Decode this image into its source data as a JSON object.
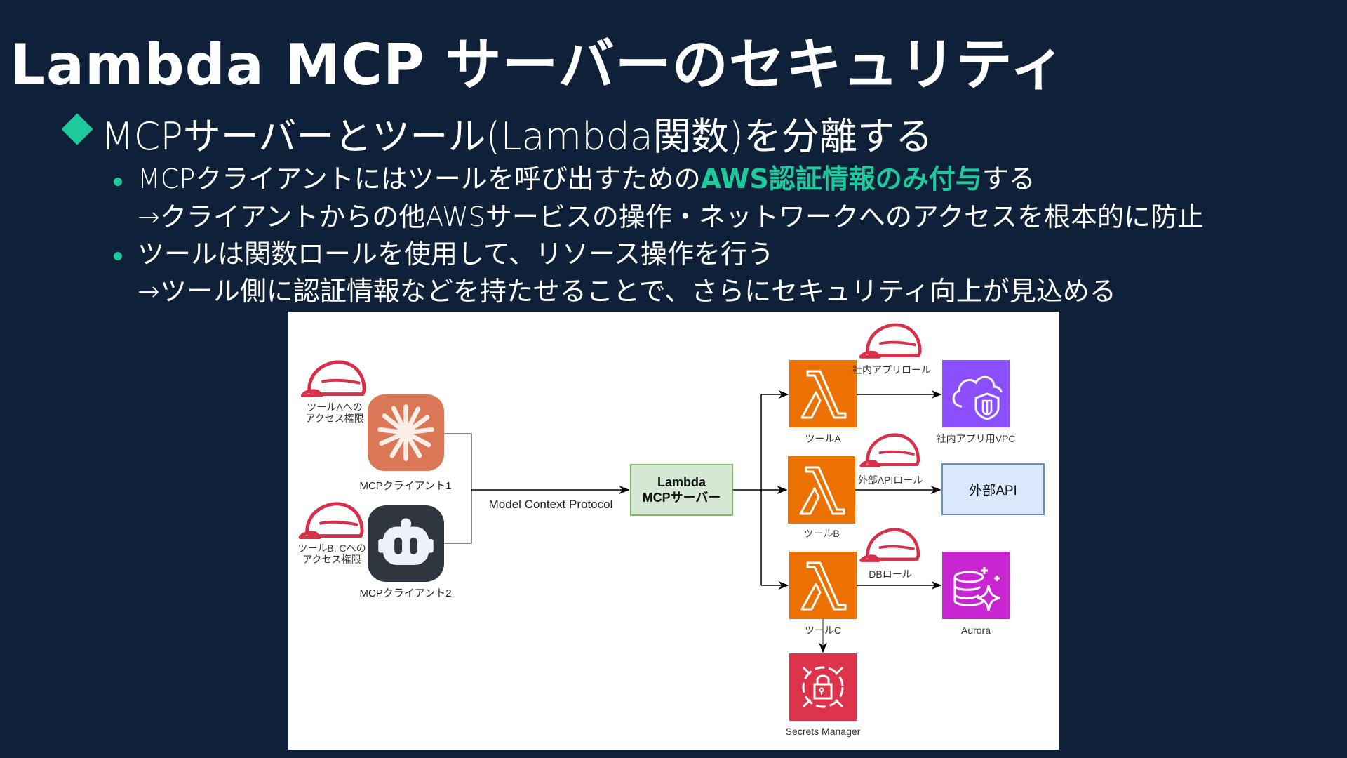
{
  "slide": {
    "title": "Lambda MCP サーバーのセキュリティ",
    "subtitle": "MCPサーバーとツール(Lambda関数)を分離する",
    "bullets": [
      {
        "line1_pre": "MCPクライアントにはツールを呼び出すための",
        "line1_highlight": "AWS認証情報のみ付与",
        "line1_post": "する",
        "line2": "→クライアントからの他AWSサービスの操作・ネットワークへのアクセスを根本的に防止"
      },
      {
        "line1_pre": "ツールは関数ロールを使用して、リソース操作を行う",
        "line1_highlight": "",
        "line1_post": "",
        "line2": "→ツール側に認証情報などを持たせることで、さらにセキュリティ向上が見込める"
      }
    ],
    "accent_color": "#1ec99b",
    "background_color": "#0f2039"
  },
  "diagram": {
    "clients": [
      {
        "label": "MCPクライアント1",
        "permission": [
          "ツールAへの",
          "アクセス権限"
        ],
        "icon": "claude-starburst-icon"
      },
      {
        "label": "MCPクライアント2",
        "permission": [
          "ツールB, Cへの",
          "アクセス権限"
        ],
        "icon": "copilot-robot-icon"
      }
    ],
    "protocol_label": "Model Context Protocol",
    "server": {
      "line1": "Lambda",
      "line2": "MCPサーバー"
    },
    "tools": [
      {
        "label": "ツールA",
        "role": "社内アプリロール",
        "target": "社内アプリ用VPC"
      },
      {
        "label": "ツールB",
        "role": "外部APIロール",
        "target": "外部API"
      },
      {
        "label": "ツールC",
        "role": "DBロール",
        "target": "Aurora"
      }
    ],
    "secrets_label": "Secrets Manager",
    "colors": {
      "lambda": "#ed7100",
      "helmet": "#d6304a",
      "vpc": "#8c4fff",
      "aurora": "#c925d1",
      "secrets": "#dd344c",
      "claude": "#d97757",
      "copilot": "#2f3640"
    }
  }
}
